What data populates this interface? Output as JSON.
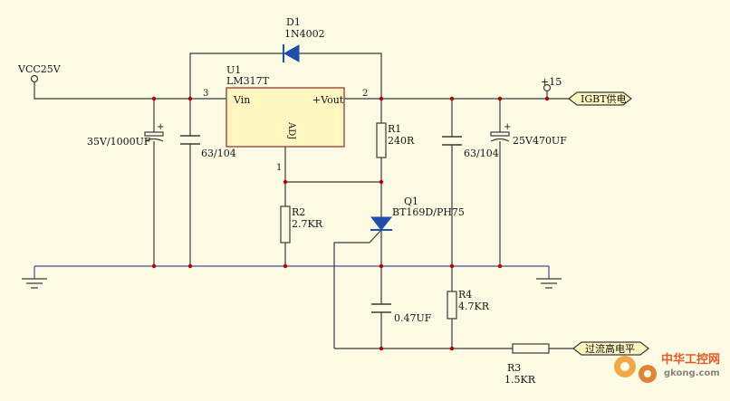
{
  "supply": {
    "vcc_label": "VCC25V",
    "out_label": "+15"
  },
  "regulator": {
    "ref": "U1",
    "part": "LM317T",
    "pin_vin": "Vin",
    "pin_vout": "+Vout",
    "pin_adj": "ADJ",
    "pin3": "3",
    "pin2": "2",
    "pin1": "1"
  },
  "diode": {
    "ref": "D1",
    "part": "1N4002"
  },
  "capacitors": {
    "c_in_elec": "35V/1000UF",
    "c_in_ceramic": "63/104",
    "c_out_ceramic": "63/104",
    "c_out_elec": "25V470UF",
    "c_timing": "0.47UF"
  },
  "resistors": {
    "r1_ref": "R1",
    "r1_val": "240R",
    "r2_ref": "R2",
    "r2_val": "2.7KR",
    "r3_ref": "R3",
    "r3_val": "1.5KR",
    "r4_ref": "R4",
    "r4_val": "4.7KR"
  },
  "thyristor": {
    "ref": "Q1",
    "part": "BT169D/PH75"
  },
  "ports": {
    "igbt_supply": "IGBT供电",
    "overcurrent": "过流高电平"
  },
  "watermark": {
    "brand": "中华工控网",
    "site": "gkong.com"
  }
}
